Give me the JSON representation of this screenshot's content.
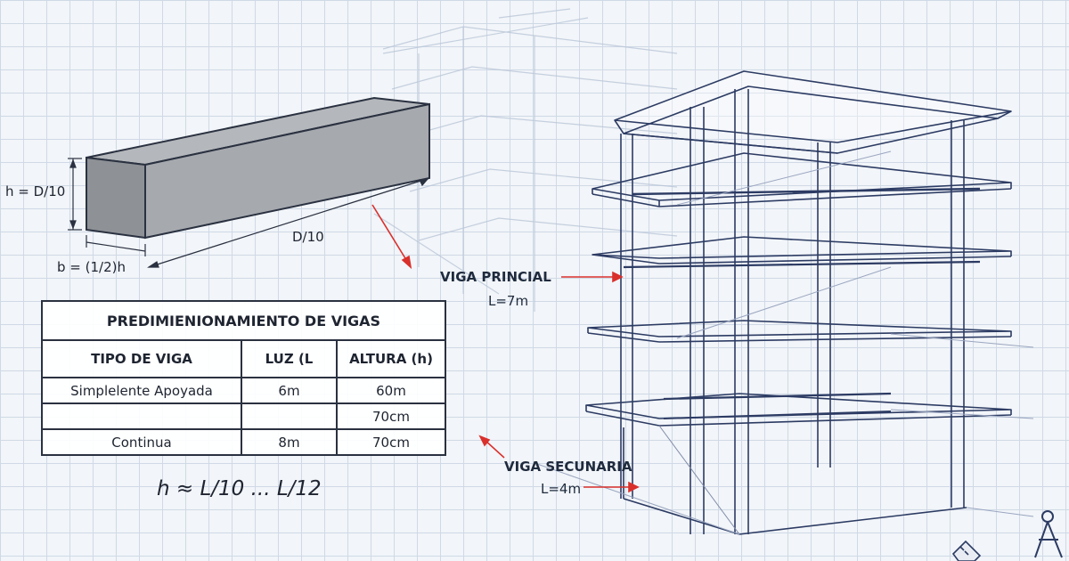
{
  "beam_diagram": {
    "height_label": "h = D/10",
    "width_label": "b = (1/2)h",
    "length_label": "D/10"
  },
  "table": {
    "title": "PREDIMIENIONAMIENTO DE VIGAS",
    "headers": [
      "TIPO DE VIGA",
      "LUZ (L",
      "ALTURA (h)"
    ],
    "rows": [
      [
        "Simplelente Apoyada",
        "6m",
        "60m"
      ],
      [
        "",
        "",
        "70cm"
      ],
      [
        "Continua",
        "8m",
        "70cm"
      ]
    ]
  },
  "formula": "h ≈ L/10 ... L/12",
  "callouts": {
    "primary": {
      "title": "VIGA PRINCIAL",
      "value": "L=7m"
    },
    "secondary": {
      "title": "VIGA SECUNARIA",
      "value": "L=4m"
    }
  },
  "colors": {
    "arrow": "#d9302c",
    "structure": "#2c3b63",
    "beam_front": "#8e9196",
    "beam_top": "#b4b7bb",
    "beam_side": "#a6a9ae"
  },
  "icons": [
    "compass-icon",
    "ruler-icon"
  ]
}
